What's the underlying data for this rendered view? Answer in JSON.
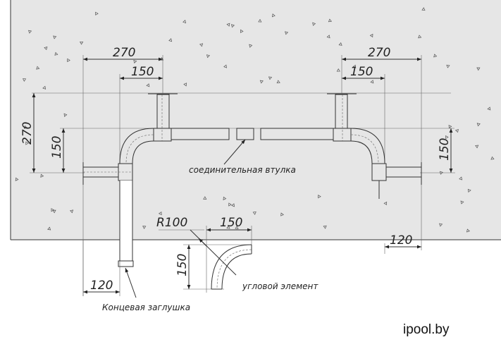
{
  "dimensions": {
    "left_top_270": "270",
    "left_top_150": "150",
    "left_side_270": "270",
    "left_side_150": "150",
    "left_bottom_120": "120",
    "right_top_270": "270",
    "right_top_150": "150",
    "right_side_150": "150",
    "right_bottom_120": "120",
    "elbow_radius": "R100",
    "elbow_width_150": "150",
    "elbow_height_150": "150"
  },
  "labels": {
    "coupling": "соединительная втулка",
    "elbow": "угловой элемент",
    "end_cap": "Концевая заглушка"
  },
  "brand": "ipool.by",
  "colors": {
    "wall": "#e6e6e6",
    "line": "#333333"
  }
}
